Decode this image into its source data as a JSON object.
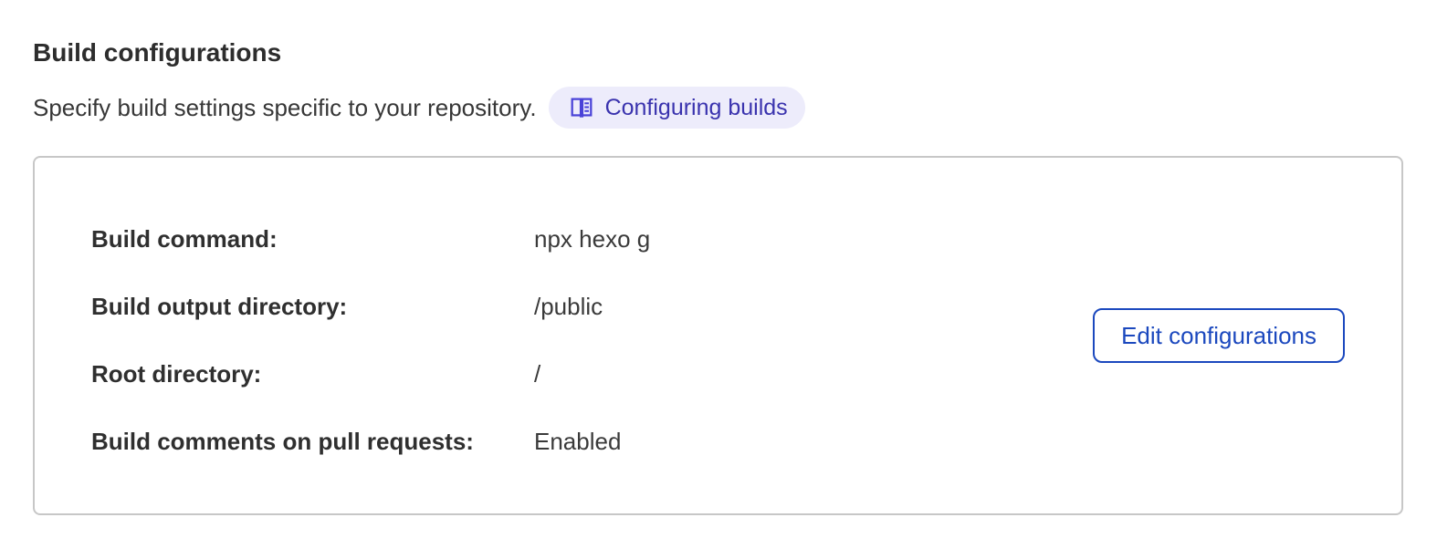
{
  "page": {
    "title": "Build configurations",
    "description": "Specify build settings specific to your repository.",
    "docs_badge": {
      "label": "Configuring builds",
      "icon": "book-open-icon",
      "background": "#edecfb",
      "text_color": "#3a33ae",
      "icon_color": "#4a43d8"
    }
  },
  "card": {
    "rows": [
      {
        "label": "Build command:",
        "value": "npx hexo g"
      },
      {
        "label": "Build output directory:",
        "value": "/public"
      },
      {
        "label": "Root directory:",
        "value": "/"
      },
      {
        "label": "Build comments on pull requests:",
        "value": "Enabled"
      }
    ],
    "edit_button_label": "Edit configurations"
  },
  "colors": {
    "text": "#2f2f2f",
    "card_border": "#c7c7c7",
    "button_blue": "#1b48be",
    "badge_background": "#edecfb",
    "badge_text": "#3a33ae",
    "badge_icon": "#4a43d8",
    "page_background": "#ffffff"
  }
}
